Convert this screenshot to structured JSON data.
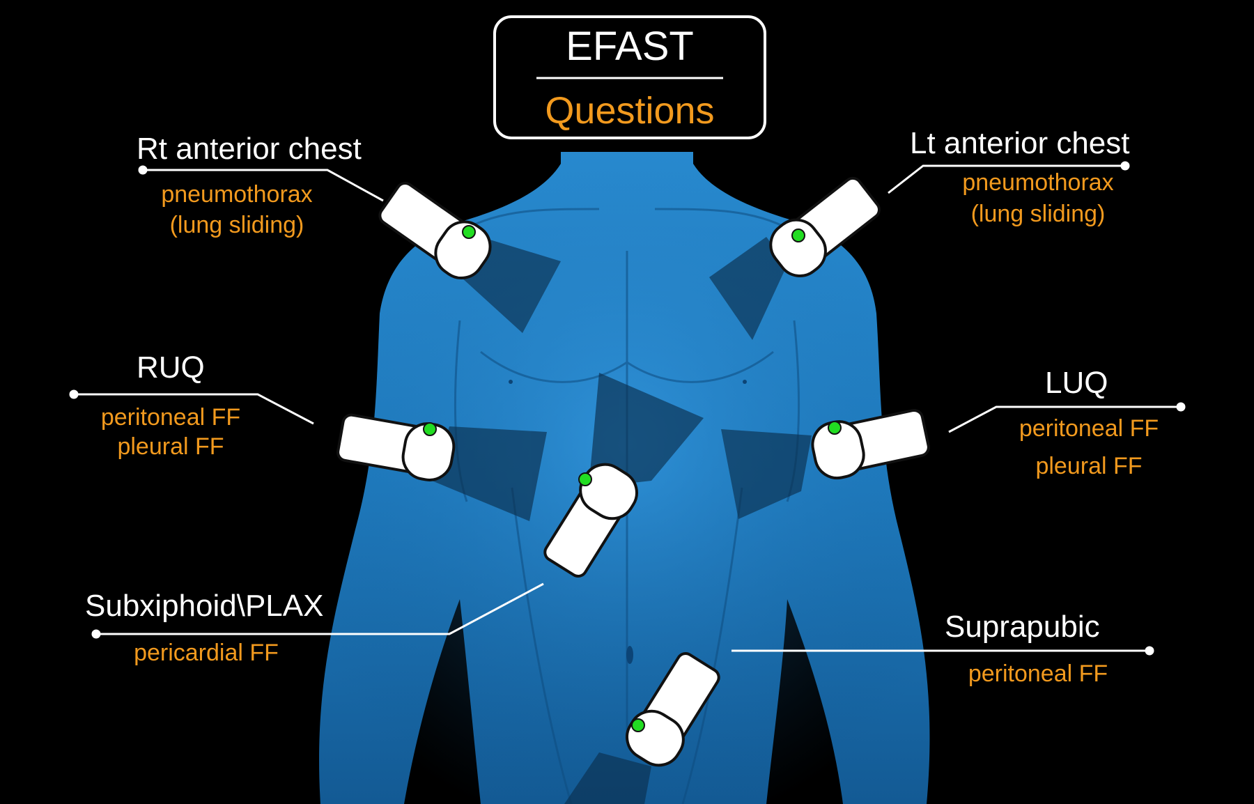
{
  "header": {
    "title": "EFAST",
    "subtitle": "Questions"
  },
  "views": [
    {
      "id": "rt-anterior-chest",
      "title": "Rt anterior chest",
      "findings": [
        "pneumothorax",
        "(lung sliding)"
      ]
    },
    {
      "id": "lt-anterior-chest",
      "title": "Lt anterior chest",
      "findings": [
        "pneumothorax",
        "(lung sliding)"
      ]
    },
    {
      "id": "ruq",
      "title": "RUQ",
      "findings": [
        "peritoneal FF",
        "pleural FF"
      ]
    },
    {
      "id": "luq",
      "title": "LUQ",
      "findings": [
        "peritoneal FF",
        "pleural FF"
      ]
    },
    {
      "id": "subxiphoid-plax",
      "title": "Subxiphoid\\PLAX",
      "findings": [
        "pericardial FF"
      ]
    },
    {
      "id": "suprapubic",
      "title": "Suprapubic",
      "findings": [
        "peritoneal FF"
      ]
    }
  ],
  "colors": {
    "background": "#000000",
    "body": "#1e7fc4",
    "label_title": "#ffffff",
    "label_finding": "#f29a1e",
    "probe": "#ffffff",
    "probe_indicator": "#22dd22"
  }
}
